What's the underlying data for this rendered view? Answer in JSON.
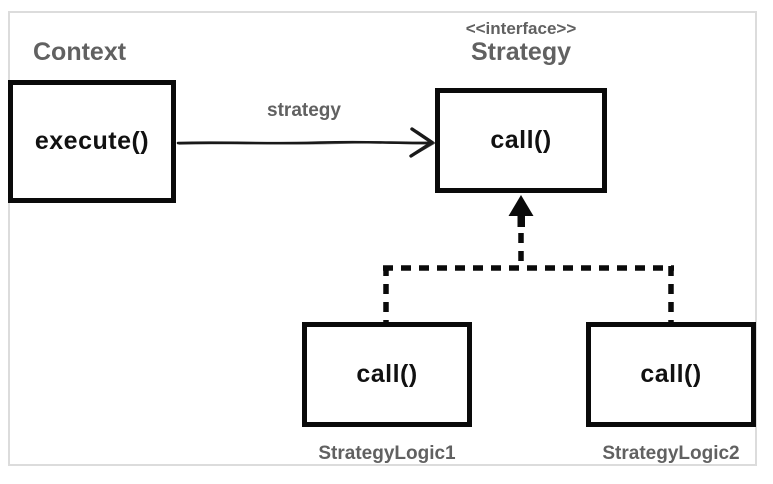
{
  "diagram": {
    "kind": "UML class diagram of the Strategy design pattern",
    "nodes": {
      "context": {
        "title": "Context",
        "method": "execute()"
      },
      "strategy": {
        "stereotype": "<<interface>>",
        "title": "Strategy",
        "method": "call()"
      },
      "logic1": {
        "title": "StrategyLogic1",
        "method": "call()"
      },
      "logic2": {
        "title": "StrategyLogic2",
        "method": "call()"
      }
    },
    "edges": {
      "association": {
        "from": "Context.execute()",
        "to": "Strategy.call()",
        "label": "strategy",
        "style": "solid line with open arrowhead"
      },
      "realization1": {
        "from": "StrategyLogic1",
        "to": "Strategy",
        "style": "dashed line with filled triangle arrowhead"
      },
      "realization2": {
        "from": "StrategyLogic2",
        "to": "Strategy",
        "style": "dashed line with filled triangle arrowhead"
      }
    },
    "colors": {
      "box_border": "#0a0a0a",
      "method_text": "#111111",
      "gray_label": "#616161",
      "frame_border": "#dcdcdc",
      "background": "#ffffff"
    }
  }
}
